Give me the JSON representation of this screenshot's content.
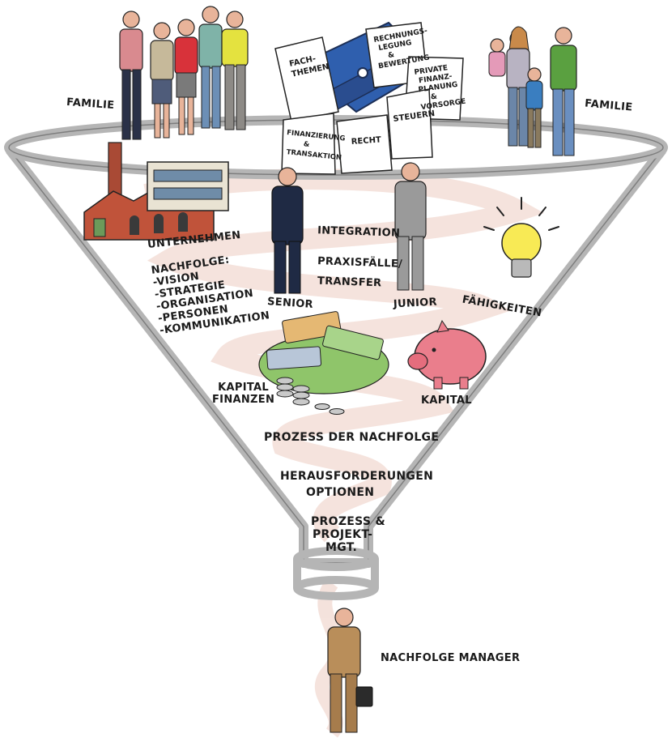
{
  "labels": {
    "familie_left": "FAMILIE",
    "familie_right": "FAMILIE",
    "unternehmen": "UNTERNEHMEN",
    "senior": "SENIOR",
    "junior": "JUNIOR",
    "integration": "INTEGRATION",
    "praxisfaelle": "PRAXISFÄLLE/",
    "transfer": "TRANSFER",
    "faehigkeiten": "FÄHIGKEITEN",
    "nachfolge_title": "NACHFOLGE:",
    "nachfolge_items": [
      "-VISION",
      "-STRATEGIE",
      "-ORGANISATION",
      "-PERSONEN",
      "-KOMMUNIKATION"
    ],
    "kapital_finanzen_1": "KAPITAL",
    "kapital_finanzen_2": "FINANZEN",
    "kapital": "KAPITAL",
    "prozess_nachfolge": "PROZESS DER NACHFOLGE",
    "herausforderungen": "HERAUSFORDERUNGEN",
    "optionen": "OPTIONEN",
    "prozess_projekt_1": "PROZESS &",
    "prozess_projekt_2": "PROJEKT-",
    "prozess_projekt_3": "MGT.",
    "nachfolge_manager": "NACHFOLGE MANAGER"
  },
  "documents": {
    "fachthemen": [
      "FACH-",
      "THEMEN"
    ],
    "rechnungslegung": [
      "RECHNUNGS-",
      "LEGUNG",
      "&",
      "BEWERTUNG"
    ],
    "private": [
      "PRIVATE",
      "FINANZ-",
      "PLANUNG",
      "&",
      "VORSORGE"
    ],
    "finanzierung": [
      "FINANZIERUNG",
      "&",
      "TRANSAKTION"
    ],
    "recht": [
      "RECHT"
    ],
    "steuern": [
      "STEUERN"
    ]
  },
  "colors": {
    "funnel": "#b9b9b9",
    "funnel_dark": "#8c8c8c",
    "swirl": "#f0d7cf",
    "binder": "#2f5fae",
    "brick": "#c0533a",
    "bulb": "#f8ea55",
    "piggy": "#ea7e8c",
    "money": "#8fc56a"
  }
}
